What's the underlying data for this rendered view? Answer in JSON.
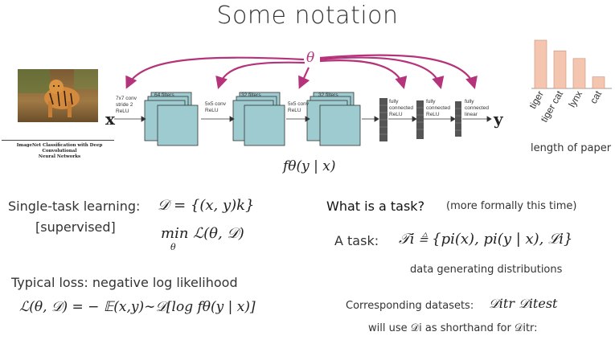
{
  "slide": {
    "title": "Some notation"
  },
  "network": {
    "theta": "θ",
    "input_symbol": "x",
    "output_symbol": "y",
    "model_formula": "fθ(y | x)",
    "paper_caption_line1": "ImageNet Classification with Deep Convolutional",
    "paper_caption_line2": "Neural Networks",
    "layers": [
      {
        "label1": "7x7 conv",
        "label2": "stride 2",
        "label3": "ReLU",
        "filters": "64 filters"
      },
      {
        "label1": "5x5 conv",
        "label2": "ReLU",
        "label3": "",
        "filters": "32 filters"
      },
      {
        "label1": "5x5 conv",
        "label2": "ReLU",
        "label3": "",
        "filters": "32 filters"
      }
    ],
    "fc_layers": [
      {
        "label1": "fully",
        "label2": "connected",
        "label3": "ReLU"
      },
      {
        "label1": "fully",
        "label2": "connected",
        "label3": "ReLU"
      },
      {
        "label1": "fully",
        "label2": "connected",
        "label3": "linear"
      }
    ],
    "arrow_color": "#b5337a",
    "conv_color": "#9ecbd0"
  },
  "chart_data": {
    "type": "bar",
    "categories": [
      "tiger",
      "tiger cat",
      "lynx",
      "cat"
    ],
    "values": [
      1.0,
      0.78,
      0.62,
      0.24
    ],
    "xlabel": "length of paper",
    "bar_color": "#f4c6b0"
  },
  "left": {
    "single_task_label": "Single-task learning:",
    "supervised_label": "[supervised]",
    "dataset_def": "𝒟 = {(x, y)k}",
    "min_expr": "min ℒ(θ, 𝒟)",
    "min_sub": "θ",
    "loss_label": "Typical loss: negative log likelihood",
    "loss_formula": "ℒ(θ, 𝒟) = − 𝔼(x,y)∼𝒟[log fθ(y | x)]"
  },
  "right": {
    "question": "What is a task?",
    "question_note": "(more formally this time)",
    "task_label": "A task:",
    "task_formula": "𝒯i ≜ {pi(x), pi(y | x), ℒi}",
    "data_gen": "data generating distributions",
    "datasets_label": "Corresponding datasets:",
    "datasets_formula": "𝒟itr   𝒟itest",
    "shorthand": "will use 𝒟i as shorthand for 𝒟itr:"
  }
}
